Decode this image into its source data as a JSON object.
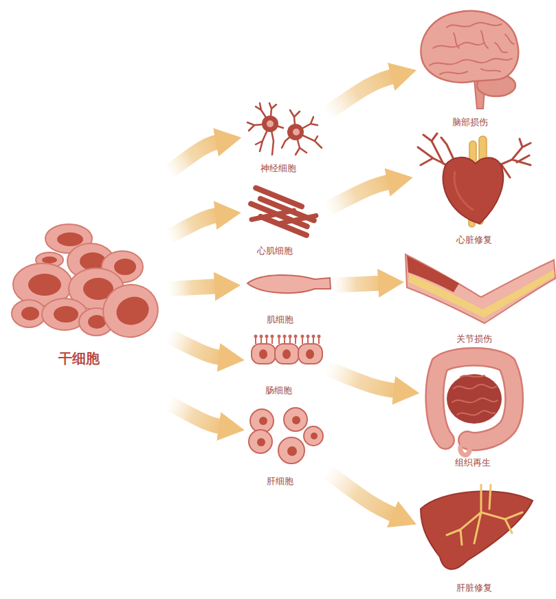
{
  "diagram": {
    "nodes": [
      {
        "text": [
          "干细胞"
        ]
      },
      {
        "text": [
          "神经细胞"
        ]
      },
      {
        "text": [
          "心肌细胞"
        ]
      },
      {
        "text": [
          "肌细胞"
        ]
      },
      {
        "text": [
          "肠细胞"
        ]
      },
      {
        "text": [
          "肝细胞"
        ]
      },
      {
        "text": [
          "脑部损伤"
        ]
      },
      {
        "text": [
          "心脏修复"
        ]
      },
      {
        "text": [
          "关节损伤"
        ]
      },
      {
        "text": [
          "组织再生"
        ]
      },
      {
        "text": [
          "肝脏修复"
        ]
      }
    ],
    "edges": [
      {
        "from": 0,
        "to": 1,
        "arrow": "to"
      },
      {
        "from": 0,
        "to": 2,
        "arrow": "to"
      },
      {
        "from": 0,
        "to": 3,
        "arrow": "to"
      },
      {
        "from": 0,
        "to": 4,
        "arrow": "to"
      },
      {
        "from": 0,
        "to": 5,
        "arrow": "to"
      },
      {
        "from": 1,
        "to": 6,
        "arrow": "to"
      },
      {
        "from": 2,
        "to": 7,
        "arrow": "to"
      },
      {
        "from": 3,
        "to": 8,
        "arrow": "to"
      },
      {
        "from": 4,
        "to": 9,
        "arrow": "to"
      },
      {
        "from": 5,
        "to": 10,
        "arrow": "to"
      }
    ]
  }
}
